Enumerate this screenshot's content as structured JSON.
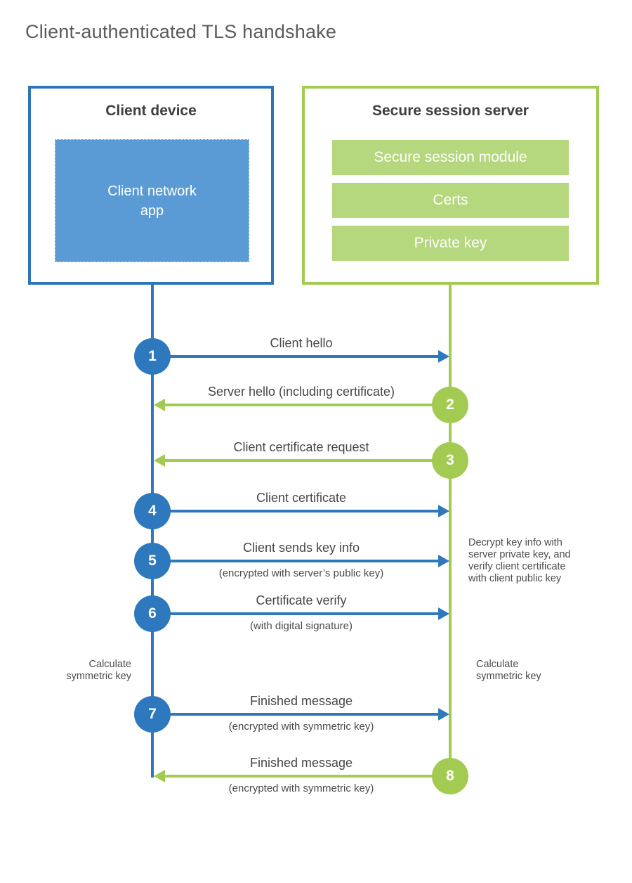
{
  "title": "Client-authenticated TLS handshake",
  "client_box": {
    "title": "Client device",
    "app_lines": [
      "Client network",
      "app"
    ]
  },
  "server_box": {
    "title": "Secure session server",
    "modules": [
      "Secure session module",
      "Certs",
      "Private key"
    ]
  },
  "steps": [
    {
      "num": "1",
      "to": "server",
      "label": "Client hello"
    },
    {
      "num": "2",
      "to": "client",
      "label": "Server hello (including certificate)"
    },
    {
      "num": "3",
      "to": "client",
      "label": "Client certificate request"
    },
    {
      "num": "4",
      "to": "server",
      "label": "Client certificate"
    },
    {
      "num": "5",
      "to": "server",
      "label": "Client sends key info",
      "sub": "(encrypted with server’s public key)"
    },
    {
      "num": "6",
      "to": "server",
      "label": "Certificate verify",
      "sub": "(with digital signature)"
    },
    {
      "num": "7",
      "to": "server",
      "label": "Finished message",
      "sub": "(encrypted with symmetric key)"
    },
    {
      "num": "8",
      "to": "client",
      "label": "Finished message",
      "sub": "(encrypted with symmetric key)"
    }
  ],
  "notes": {
    "decrypt_note_lines": [
      "Decrypt key info with",
      "server private key, and",
      "verify client certificate",
      "with client public key"
    ],
    "calc_client_lines": [
      "Calculate",
      "symmetric key"
    ],
    "calc_server_lines": [
      "Calculate",
      "symmetric key"
    ]
  },
  "colors": {
    "blue": "#2e78be",
    "blue_fill": "#5b9bd5",
    "green": "#a3cb52",
    "green_fill": "#b5d77d"
  }
}
